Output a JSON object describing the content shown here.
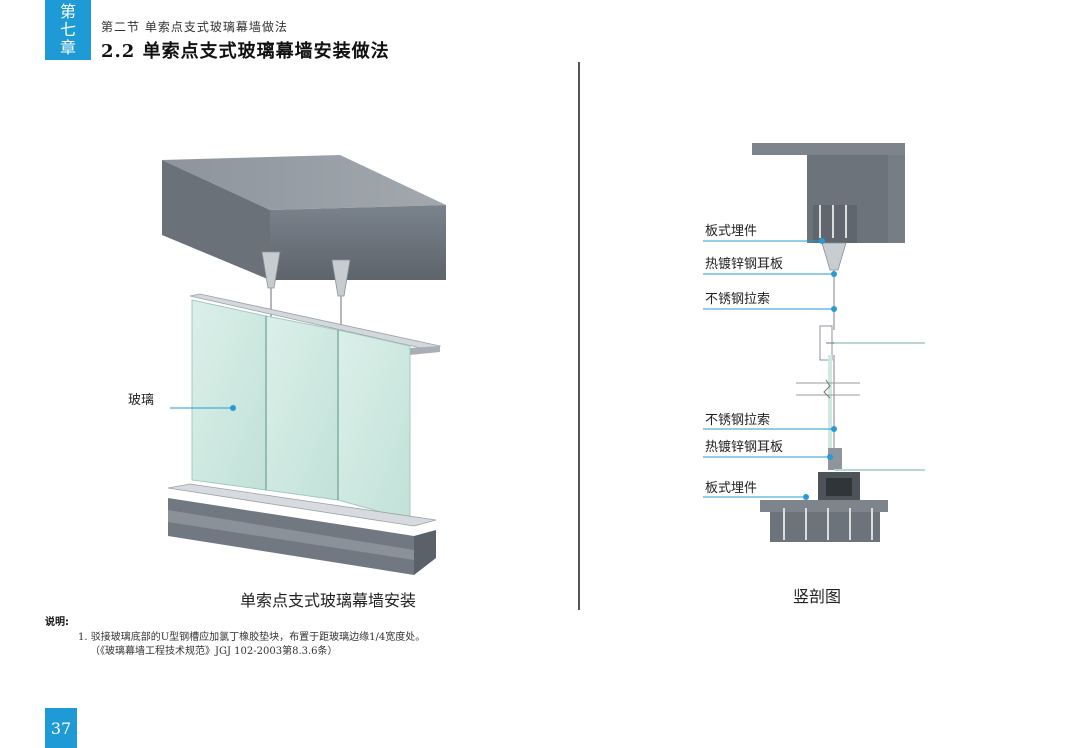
{
  "header": {
    "chapter_char1": "第",
    "chapter_char2": "七",
    "chapter_char3": "章",
    "section_subtitle": "第二节  单索点支式玻璃幕墙做法",
    "section_title": "2.2 单索点支式玻璃幕墙安装做法"
  },
  "left_figure": {
    "glass_label": "玻璃",
    "caption": "单索点支式玻璃幕墙安装"
  },
  "right_figure": {
    "labels": [
      "板式埋件",
      "热镀锌钢耳板",
      "不锈钢拉索",
      "不锈钢拉索",
      "热镀锌钢耳板",
      "板式埋件"
    ],
    "caption": "竖剖图"
  },
  "notes": {
    "title": "说明:",
    "line1": "1. 驳接玻璃底部的U型钢槽应加氯丁橡胶垫块，布置于距玻璃边缘1/4宽度处。",
    "line2": "（《玻璃幕墙工程技术规范》JGJ 102-2003第8.3.6条）"
  },
  "footer": {
    "page_number": "37"
  },
  "colors": {
    "accent": "#1e9ad6",
    "concrete": "#6f7780",
    "glass": "#cde8e0"
  }
}
